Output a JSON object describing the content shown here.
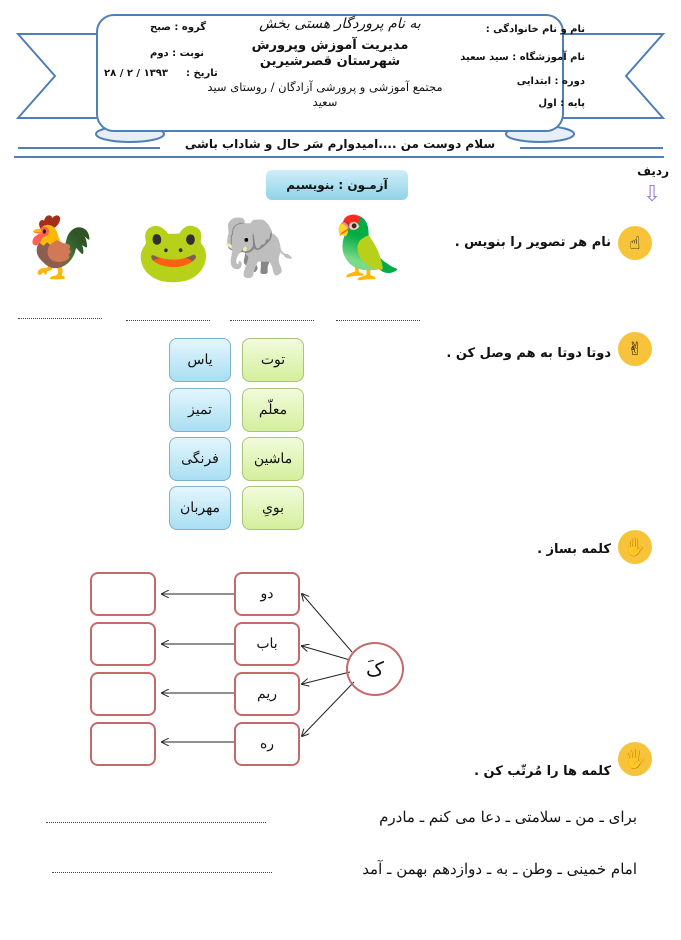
{
  "header": {
    "bismillah": "به نام پروردگار هستی بخش",
    "org": "مدیریت آموزش وپرورش شهرستان قصرشیرین",
    "school": "مجتمع آموزشی و پرورشی آزادگان / روستای سید سعید",
    "name_label": "نام و نام خانوادگی :",
    "teacher_label": "نام آموزشگاه : سید سعید",
    "level_label": "دوره : ابتدایی",
    "grade_label": "پایه : اول",
    "group_label": "گروه : صبح",
    "shift_label": "نوبت : دوم",
    "date_label": "تاریخ :",
    "date_value": "۱۳۹۳ / ۲ / ۲۸",
    "greeting": "سلام دوست من ....امیدوارم سَر حال و شاداب باشی"
  },
  "radif": "ردیف",
  "exam_title": "آزمـون : بنویسیم",
  "questions": [
    {
      "text": "نام هر تصویر را بنویس ."
    },
    {
      "text": "دوتا دوتا به هم وصل کن ."
    },
    {
      "text": "کلمه بساز ."
    },
    {
      "text": "کلمه ها را مُرتّب کن ."
    }
  ],
  "pictures": [
    "parrot",
    "elephant",
    "frog",
    "rooster"
  ],
  "match": {
    "left": [
      "توت",
      "معلّم",
      "ماشین",
      "بویِ"
    ],
    "right": [
      "یاس",
      "تمیز",
      "فرنگی",
      "مهربان"
    ]
  },
  "build": {
    "center": "کَ",
    "words": [
      "دو",
      "باب",
      "ریم",
      "ره"
    ]
  },
  "sentences": [
    "برای ـ من ـ سلامتی ـ دعا می کنم ـ مادرم",
    "امام خمینی ـ وطن ـ به ـ دوازدهم بهمن ـ آمد"
  ]
}
